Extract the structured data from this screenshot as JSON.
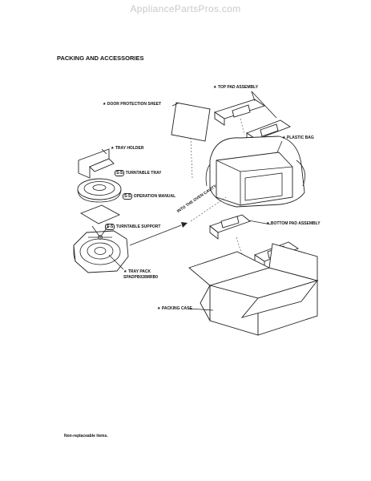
{
  "watermark": "AppliancePartsPros.com",
  "title": "PACKING AND ACCESSORIES",
  "footnote": "Non-replaceable items.",
  "labels": {
    "top_pad": "★ TOP PAD ASSEMBLY",
    "door_sheet": "★ DOOR PROTECTION SHEET",
    "plastic_bag": "★ PLASTIC BAG",
    "tray_holder": "★ TRAY HOLDER",
    "turntable_tray": "TURNTABLE TRAY",
    "operation_manual": "OPERATION MANUAL",
    "turntable_support": "TURNTABLE SUPPORT",
    "into_oven": "INTO THE OVEN CAVITY",
    "bottom_pad": "★ BOTTOM PAD ASSEMBLY",
    "tray_pack": "★ TRAY PACK",
    "tray_pack_part": "SPADPB028MRB0",
    "packing_case": "★ PACKING CASE"
  },
  "badges": {
    "turntable_tray": "S-S",
    "operation_manual": "S-S",
    "turntable_support": "S-S"
  }
}
